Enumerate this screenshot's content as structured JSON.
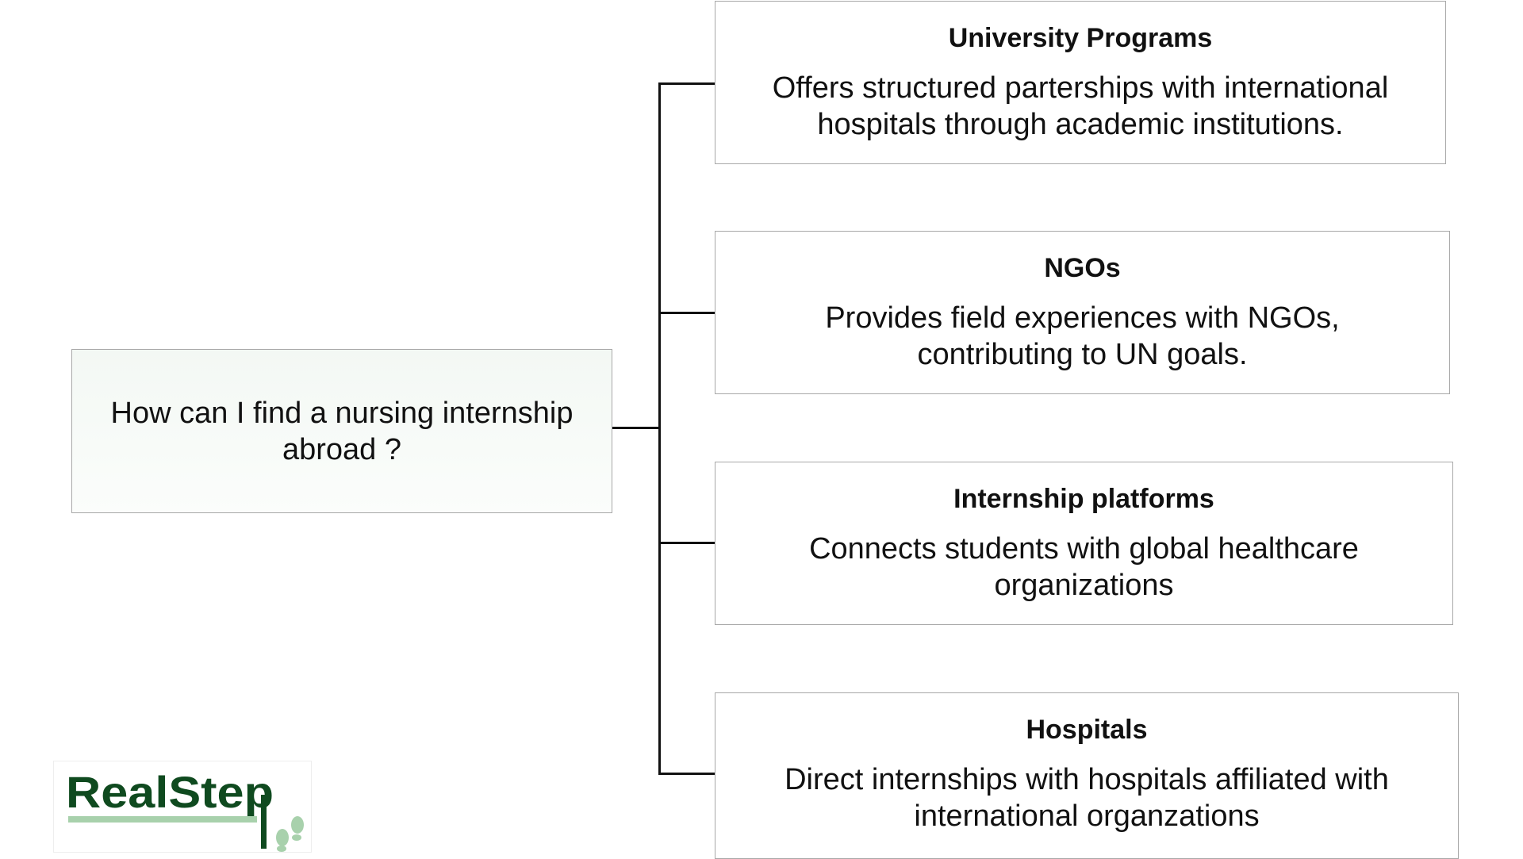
{
  "root": {
    "text": "How can I find a nursing internship abroad ?"
  },
  "nodes": [
    {
      "title": "University Programs",
      "description": "Offers structured parterships with international hospitals through academic institutions."
    },
    {
      "title": "NGOs",
      "description": "Provides field experiences with NGOs, contributing to UN goals."
    },
    {
      "title": "Internship platforms",
      "description": "Connects students with global healthcare organizations"
    },
    {
      "title": "Hospitals",
      "description": "Direct internships with hospitals affiliated with international organzations"
    }
  ],
  "logo": {
    "text": "RealStep",
    "colors": {
      "dark": "#0f4a1f",
      "light": "#a8d1ac"
    }
  }
}
